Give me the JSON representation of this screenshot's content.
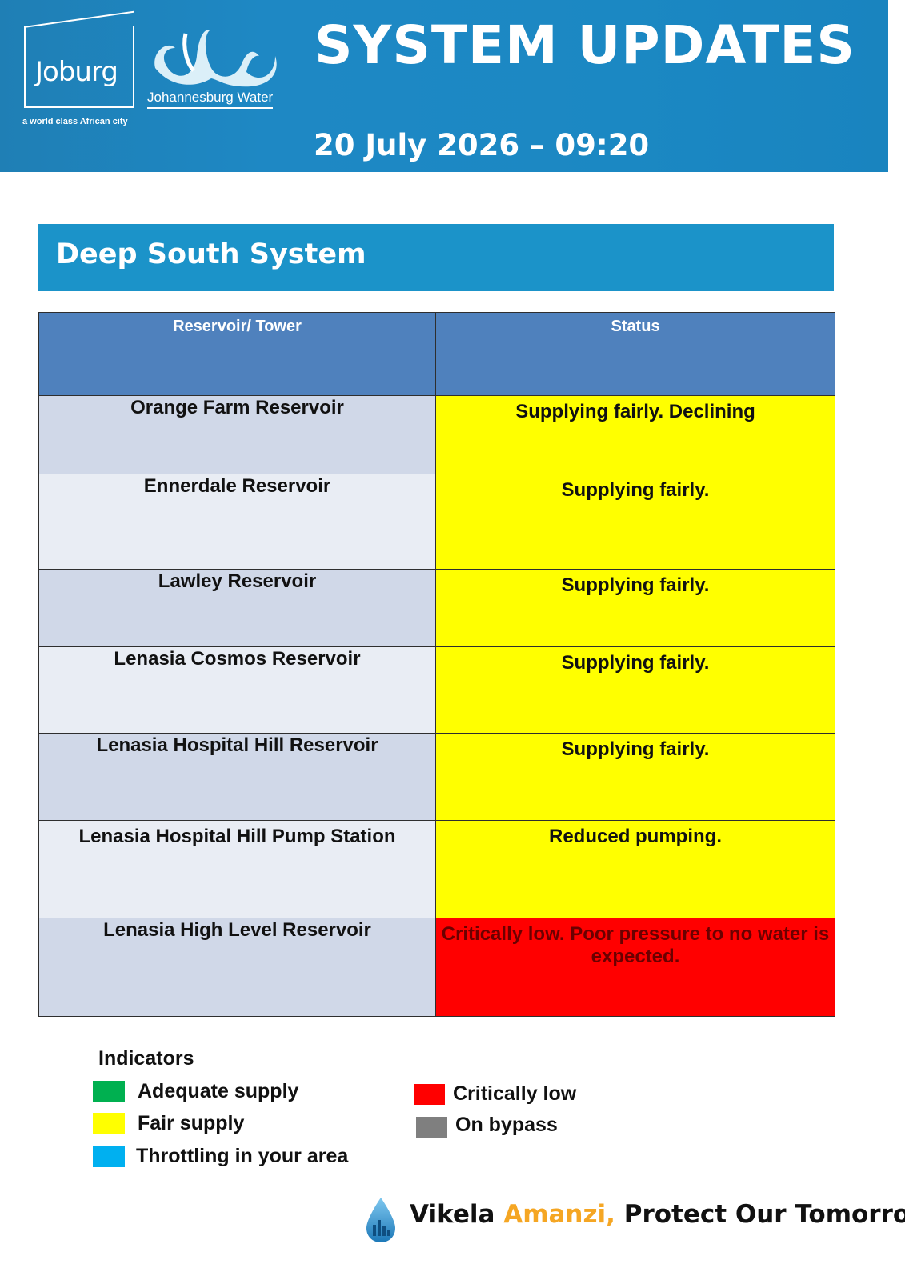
{
  "header": {
    "joburg_logo_text": "Joburg",
    "tagline": "a world class African city",
    "water_logo_text": "Johannesburg Water",
    "title": "SYSTEM UPDATES",
    "date": "20 July 2026 – 09:20",
    "banner_color": "#1b88c3"
  },
  "section": {
    "title": "Deep South System",
    "color": "#1b93c9"
  },
  "table": {
    "columns": [
      "Reservoir/ Tower",
      "Status"
    ],
    "rows": [
      {
        "name": "Orange Farm Reservoir",
        "status": "Supplying fairly. Declining",
        "level": "fair"
      },
      {
        "name": "Ennerdale Reservoir",
        "status": "Supplying fairly.",
        "level": "fair"
      },
      {
        "name": "Lawley Reservoir",
        "status": "Supplying fairly.",
        "level": "fair"
      },
      {
        "name": "Lenasia Cosmos Reservoir",
        "status": "Supplying fairly.",
        "level": "fair"
      },
      {
        "name": "Lenasia Hospital Hill Reservoir",
        "status": "Supplying fairly.",
        "level": "fair"
      },
      {
        "name": "Lenasia Hospital Hill Pump Station",
        "status": "Reduced pumping.",
        "level": "fair"
      },
      {
        "name": "Lenasia High Level Reservoir",
        "status": "Critically low. Poor pressure to no water is expected.",
        "level": "critical"
      }
    ]
  },
  "indicators": {
    "title": "Indicators",
    "items": [
      {
        "label": "Adequate supply",
        "color": "#00b050"
      },
      {
        "label": "Fair supply",
        "color": "#ffff00"
      },
      {
        "label": "Throttling in your area",
        "color": "#00b0f0"
      },
      {
        "label": "Critically low",
        "color": "#ff0000"
      },
      {
        "label": "On bypass",
        "color": "#7f7f7f"
      }
    ]
  },
  "footer": {
    "slogan_part1": "Vikela ",
    "slogan_accent": "Amanzi,",
    "slogan_part2": " Protect Our Tomorrow",
    "accent_color": "#f5a623"
  }
}
